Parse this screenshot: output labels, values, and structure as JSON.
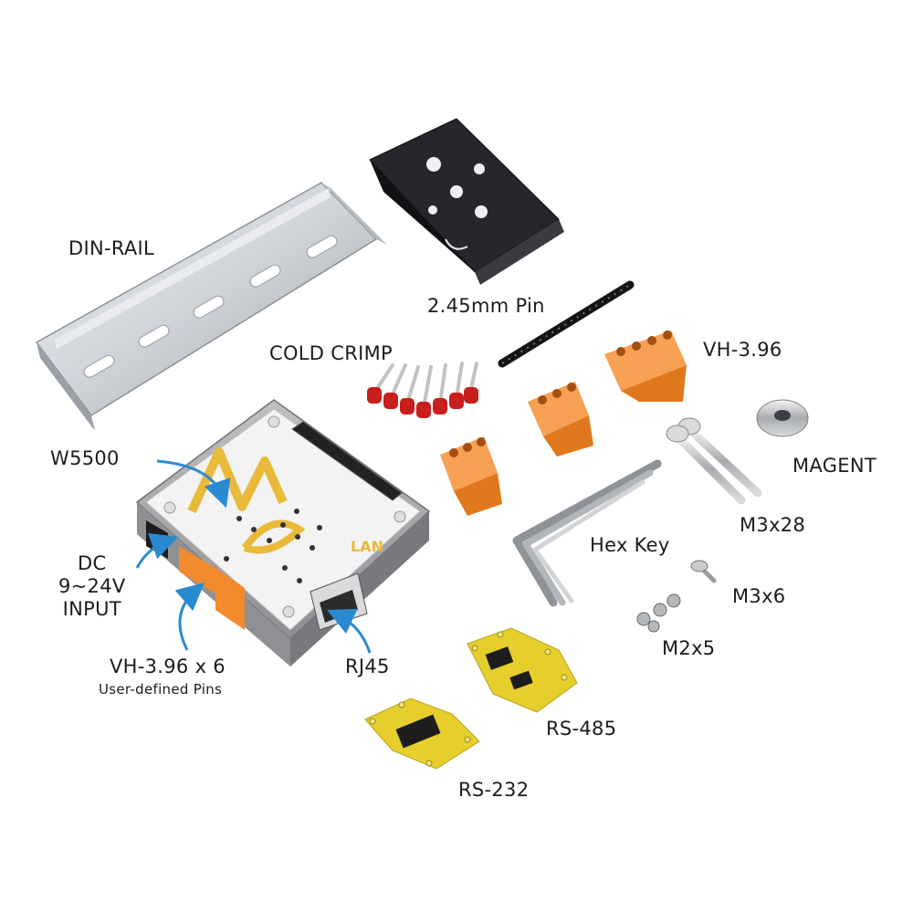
{
  "labels": {
    "din_rail": "DIN-RAIL",
    "pin_header": "2.45mm Pin",
    "cold_crimp": "COLD CRIMP",
    "vh396": "VH-3.96",
    "w5500": "W5500",
    "magnet": "MAGENT",
    "dc_input": "DC\n9~24V\nINPUT",
    "m3x28": "M3x28",
    "hex_key": "Hex Key",
    "m3x6": "M3x6",
    "m2x5": "M2x5",
    "vh396x6": "VH-3.96 x 6",
    "user_pins": "User-defined Pins",
    "rj45": "RJ45",
    "rs485": "RS-485",
    "rs232": "RS-232"
  },
  "module_print": {
    "logo": "M5",
    "lan": "LAN"
  },
  "colors": {
    "background": "#ffffff",
    "aluminum": "#cfd3d7",
    "bracket": "#1e1f22",
    "terminal_orange": "#f28a2e",
    "crimp_red": "#c81e1e",
    "pcb_yellow": "#e6cf2c",
    "arrow_blue": "#2a8ad0",
    "module_gray": "#a9aaac",
    "module_logo": "#e9b93a"
  }
}
